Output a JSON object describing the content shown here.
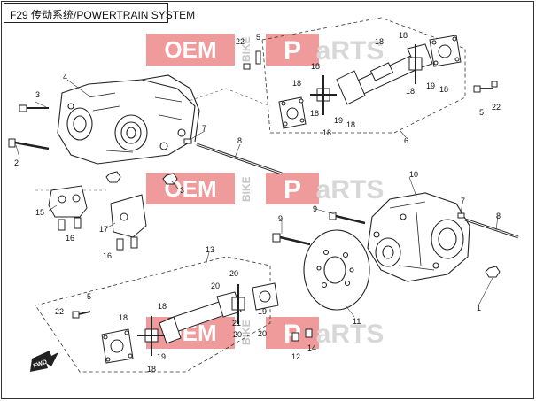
{
  "title": "F29 传动系统/POWERTRAIN SYSTEM",
  "watermark": {
    "oem": "OEM",
    "bike": "BIKE",
    "parts": "Parts",
    "color_red": "#e54a4a",
    "color_gray": "#b8b8b8"
  },
  "callouts": {
    "c1": "1",
    "c2": "2",
    "c3a": "3",
    "c3b": "3",
    "c4": "4",
    "c5a": "5",
    "c5b": "5",
    "c5c": "5",
    "c6": "6",
    "c7a": "7",
    "c7b": "7",
    "c8a": "8",
    "c8b": "8",
    "c9a": "9",
    "c9b": "9",
    "c10": "10",
    "c11": "11",
    "c12": "12",
    "c13": "13",
    "c14": "14",
    "c15": "15",
    "c16a": "16",
    "c16b": "16",
    "c17": "17",
    "c18a": "18",
    "c18b": "18",
    "c18c": "18",
    "c18d": "18",
    "c18e": "18",
    "c18f": "18",
    "c18g": "18",
    "c18h": "18",
    "c18i": "18",
    "c18j": "18",
    "c18k": "18",
    "c18l": "18",
    "c19a": "19",
    "c19b": "19",
    "c19c": "19",
    "c19d": "19",
    "c20a": "20",
    "c20b": "20",
    "c20c": "20",
    "c20d": "20",
    "c21": "21",
    "c22a": "22",
    "c22b": "22",
    "c22c": "22"
  },
  "arrow_label": "FWD"
}
